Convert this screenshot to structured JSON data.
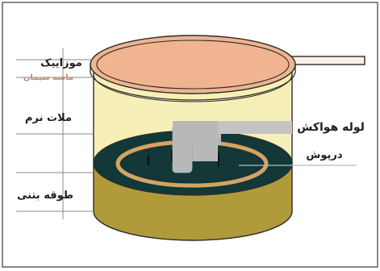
{
  "labels": {
    "mosaic": "موزاییک",
    "cement_mortar": "ماسه سیمان",
    "soft_mortar": "ملات نرم",
    "suction_pipe": "لوله هواکش",
    "cover": "درپوش",
    "concrete_ring": "طوقه بتنی"
  },
  "colors": {
    "frame_border": "#555555",
    "tile_top": "#f0b490",
    "soft_mortar": "#f6f0b8",
    "dark_cover": "#123838",
    "ring_band": "#d4a464",
    "concrete_ring": "#b09a3a",
    "pipe_gray": "#b8b8b8",
    "outline": "#2b2b2b"
  }
}
